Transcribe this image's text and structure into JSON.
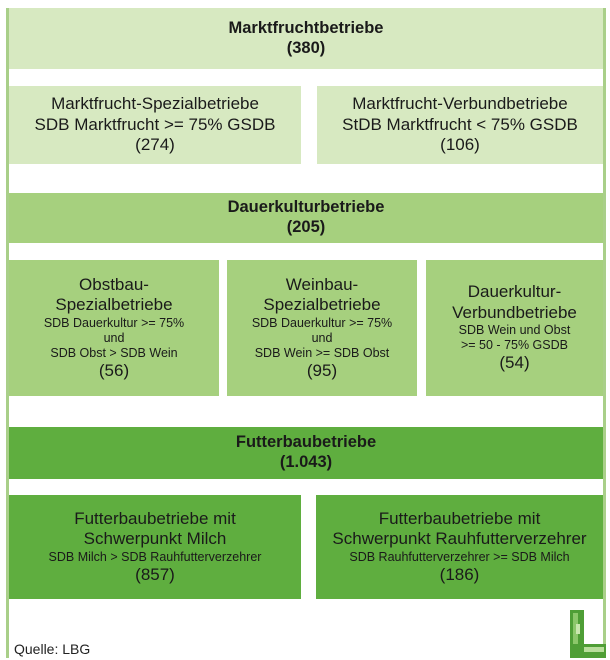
{
  "sections": [
    {
      "header": {
        "title": "Marktfruchtbetriebe",
        "count": "(380)"
      },
      "children": [
        {
          "lines": [
            "Marktfrucht-Spezialbetriebe",
            "SDB Marktfrucht >= 75% GSDB"
          ],
          "count": "(274)"
        },
        {
          "lines": [
            "Marktfrucht-Verbundbetriebe",
            "StDB Marktfrucht < 75% GSDB"
          ],
          "count": "(106)"
        }
      ]
    },
    {
      "header": {
        "title": "Dauerkulturbetriebe",
        "count": "(205)"
      },
      "children": [
        {
          "title_lines": [
            "Obstbau-",
            "Spezialbetriebe"
          ],
          "detail_lines": [
            "SDB Dauerkultur >= 75%",
            "und",
            "SDB Obst > SDB Wein"
          ],
          "count": "(56)"
        },
        {
          "title_lines": [
            "Weinbau-",
            "Spezialbetriebe"
          ],
          "detail_lines": [
            "SDB Dauerkultur >= 75%",
            "und",
            "SDB Wein >= SDB Obst"
          ],
          "count": "(95)"
        },
        {
          "title_lines": [
            "Dauerkultur-",
            "Verbundbetriebe"
          ],
          "detail_lines": [
            "SDB Wein und Obst",
            ">= 50 - 75% GSDB"
          ],
          "count": "(54)"
        }
      ]
    },
    {
      "header": {
        "title": "Futterbaubetriebe",
        "count": "(1.043)"
      },
      "children": [
        {
          "title_lines": [
            "Futterbaubetriebe mit",
            "Schwerpunkt Milch"
          ],
          "detail_lines": [
            "SDB Milch > SDB Rauhfutterverzehrer"
          ],
          "count": "(857)"
        },
        {
          "title_lines": [
            "Futterbaubetriebe mit",
            "Schwerpunkt Rauhfutterverzehrer"
          ],
          "detail_lines": [
            "SDB Rauhfutterverzehrer >= SDB Milch"
          ],
          "count": "(186)"
        }
      ]
    }
  ],
  "source": "Quelle: LBG",
  "colors": {
    "light": "#d7e9c1",
    "mid": "#a6d07e",
    "dark": "#5fae3f",
    "frame": "#a9cf89"
  },
  "logo_icon": "lbg-logo-icon"
}
